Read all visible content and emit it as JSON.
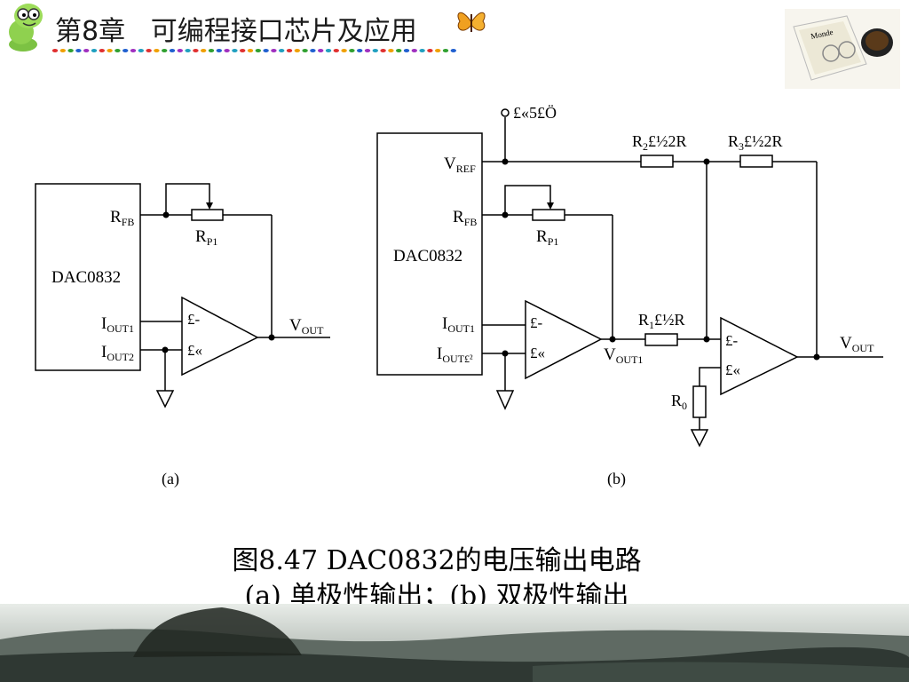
{
  "header": {
    "title": "第8章   可编程接口芯片及应用"
  },
  "figure": {
    "a": {
      "label": "(a)",
      "chip": "DAC0832",
      "rfb": "R",
      "rfb_sub": "FB",
      "rp": "R",
      "rp_sub": "P1",
      "iout1": "I",
      "iout1_sub": "OUT1",
      "iout2": "I",
      "iout2_sub": "OUT2",
      "minus": "£-",
      "plus": "£«",
      "vout": "V",
      "vout_sub": "OUT"
    },
    "b": {
      "label": "(b)",
      "chip": "DAC0832",
      "supply": "£«5£Ö",
      "vref": "V",
      "vref_sub": "REF",
      "rfb": "R",
      "rfb_sub": "FB",
      "rp": "R",
      "rp_sub": "P1",
      "r2": "R",
      "r2_sub": "2",
      "r2_val": "£½2R",
      "r3": "R",
      "r3_sub": "3",
      "r3_val": "£½2R",
      "r1": "R",
      "r1_sub": "1",
      "r1_val": "£½R",
      "r0": "R",
      "r0_sub": "0",
      "iout1": "I",
      "iout1_sub": "OUT1",
      "iout2": "I",
      "iout2_sub": "OUT£²",
      "vout1": "V",
      "vout1_sub": "OUT1",
      "minus1": "£-",
      "plus1": "£«",
      "minus2": "£-",
      "plus2": "£«",
      "vout": "V",
      "vout_sub": "OUT"
    },
    "caption_line1": "图8.47  DAC0832的电压输出电路",
    "caption_line2": "(a) 单极性输出；(b) 双极性输出"
  }
}
